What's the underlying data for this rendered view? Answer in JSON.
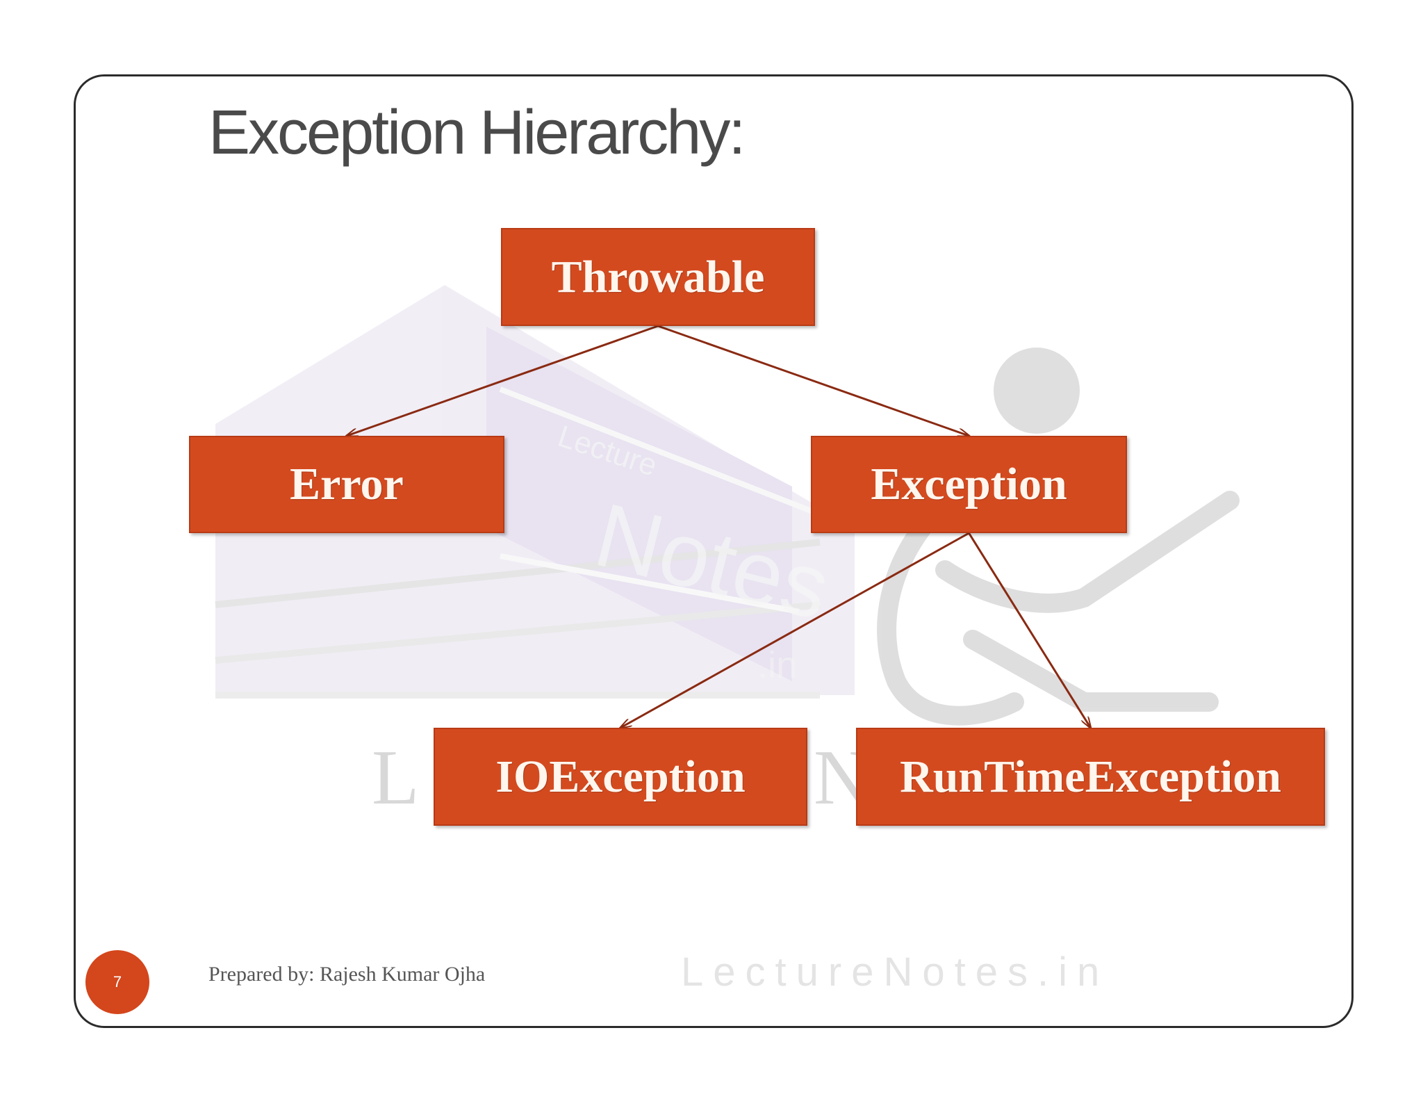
{
  "slide": {
    "title": "Exception Hierarchy:",
    "page_number": "7",
    "credit": "Prepared by: Rajesh Kumar Ojha",
    "site_watermark": "LectureNotes.in"
  },
  "watermark": {
    "text_lecture": "Lecture",
    "text_notes": "Notes",
    "text_in": ".in",
    "big_text": "LectureNotes.in"
  },
  "diagram": {
    "nodes": [
      {
        "id": "throwable",
        "label": "Throwable"
      },
      {
        "id": "error",
        "label": "Error"
      },
      {
        "id": "exception",
        "label": "Exception"
      },
      {
        "id": "ioexception",
        "label": "IOException"
      },
      {
        "id": "runtimeexception",
        "label": "RunTimeException"
      }
    ],
    "edges": [
      {
        "from": "throwable",
        "to": "error"
      },
      {
        "from": "throwable",
        "to": "exception"
      },
      {
        "from": "exception",
        "to": "ioexception"
      },
      {
        "from": "exception",
        "to": "runtimeexception"
      }
    ]
  },
  "colors": {
    "node_fill": "#d44a1f",
    "node_text": "#fff6ee",
    "connector": "#8a2a12",
    "title": "#4a4a4a",
    "badge": "#d4461c"
  }
}
